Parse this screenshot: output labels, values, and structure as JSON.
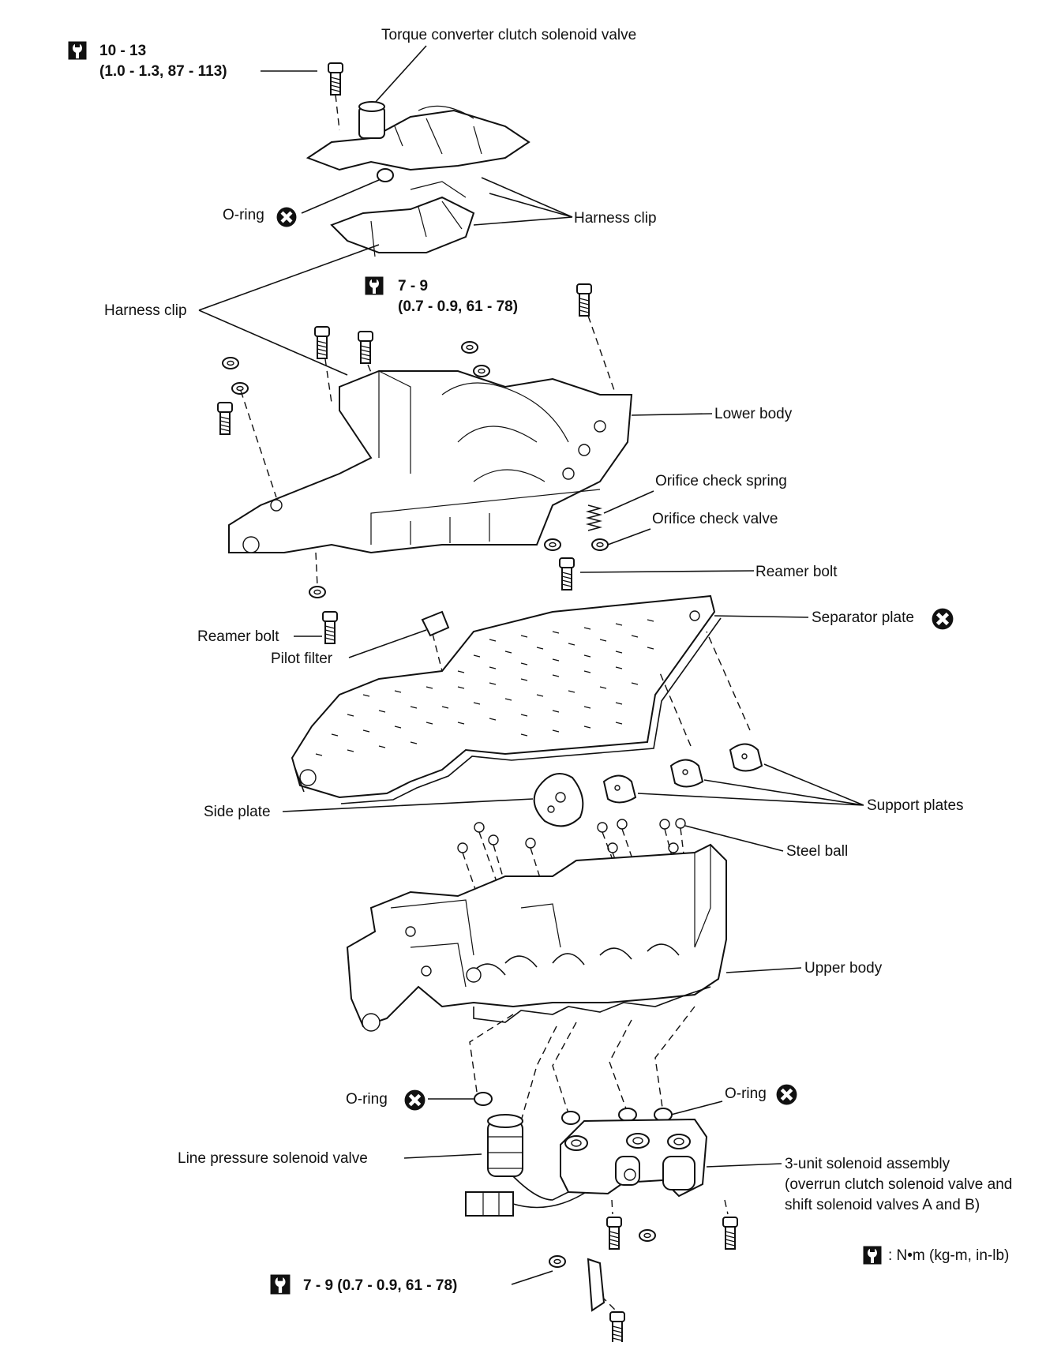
{
  "labels": {
    "torque_converter": "Torque converter clutch solenoid valve",
    "torque_top_1": "10 - 13",
    "torque_top_2": "(1.0 - 1.3, 87 - 113)",
    "oring_top": "O-ring",
    "harness_clip_right": "Harness clip",
    "harness_clip_left": "Harness clip",
    "torque_mid_1": "7 - 9",
    "torque_mid_2": "(0.7 - 0.9, 61 - 78)",
    "lower_body": "Lower body",
    "orifice_spring": "Orifice check spring",
    "orifice_valve": "Orifice check valve",
    "reamer_bolt_right": "Reamer bolt",
    "separator_plate": "Separator plate",
    "reamer_bolt_left": "Reamer bolt",
    "pilot_filter": "Pilot filter",
    "side_plate": "Side plate",
    "support_plates": "Support plates",
    "steel_ball": "Steel ball",
    "upper_body": "Upper body",
    "oring_left": "O-ring",
    "oring_right": "O-ring",
    "line_pressure": "Line pressure solenoid valve",
    "solenoid_3unit_1": "3-unit solenoid assembly",
    "solenoid_3unit_2": "(overrun clutch solenoid valve and",
    "solenoid_3unit_3": "shift solenoid valves A and B)",
    "torque_bottom": "7 - 9 (0.7 - 0.9, 61 - 78)",
    "legend_units": ": N•m (kg-m, in-lb)"
  },
  "icons": {
    "torque": "torque-wrench-icon",
    "replace": "do-not-reuse-icon"
  }
}
